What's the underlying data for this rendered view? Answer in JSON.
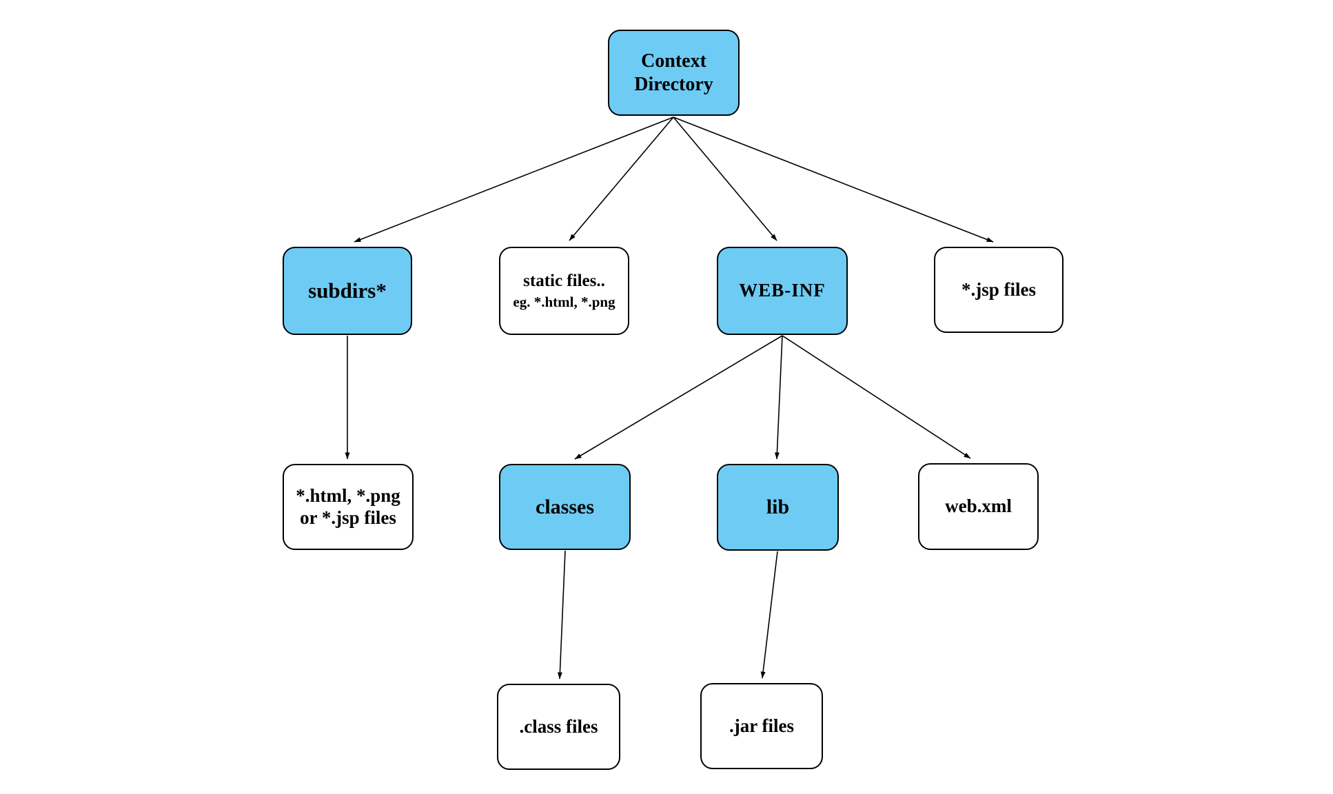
{
  "diagram": {
    "colors": {
      "directory_fill": "#6ecbf4",
      "file_fill": "#ffffff",
      "border": "#000000",
      "line": "#000000"
    },
    "nodes": {
      "context": {
        "label": "Context\nDirectory",
        "type": "directory"
      },
      "subdirs": {
        "label": "subdirs*",
        "type": "directory"
      },
      "static_files": {
        "label": "static files..",
        "sublabel": "eg. *.html, *.png",
        "type": "files"
      },
      "web_inf": {
        "label": "WEB-INF",
        "type": "directory"
      },
      "jsp_files": {
        "label": "*.jsp files",
        "type": "files"
      },
      "subdir_contents": {
        "label": "*.html, *.png\nor *.jsp files",
        "type": "files"
      },
      "classes": {
        "label": "classes",
        "type": "directory"
      },
      "lib": {
        "label": "lib",
        "type": "directory"
      },
      "web_xml": {
        "label": "web.xml",
        "type": "files"
      },
      "class_files": {
        "label": ".class files",
        "type": "files"
      },
      "jar_files": {
        "label": ".jar files",
        "type": "files"
      }
    },
    "edges": [
      {
        "from": "context",
        "to": "subdirs"
      },
      {
        "from": "context",
        "to": "static_files"
      },
      {
        "from": "context",
        "to": "web_inf"
      },
      {
        "from": "context",
        "to": "jsp_files"
      },
      {
        "from": "subdirs",
        "to": "subdir_contents"
      },
      {
        "from": "web_inf",
        "to": "classes"
      },
      {
        "from": "web_inf",
        "to": "lib"
      },
      {
        "from": "web_inf",
        "to": "web_xml"
      },
      {
        "from": "classes",
        "to": "class_files"
      },
      {
        "from": "lib",
        "to": "jar_files"
      }
    ]
  }
}
